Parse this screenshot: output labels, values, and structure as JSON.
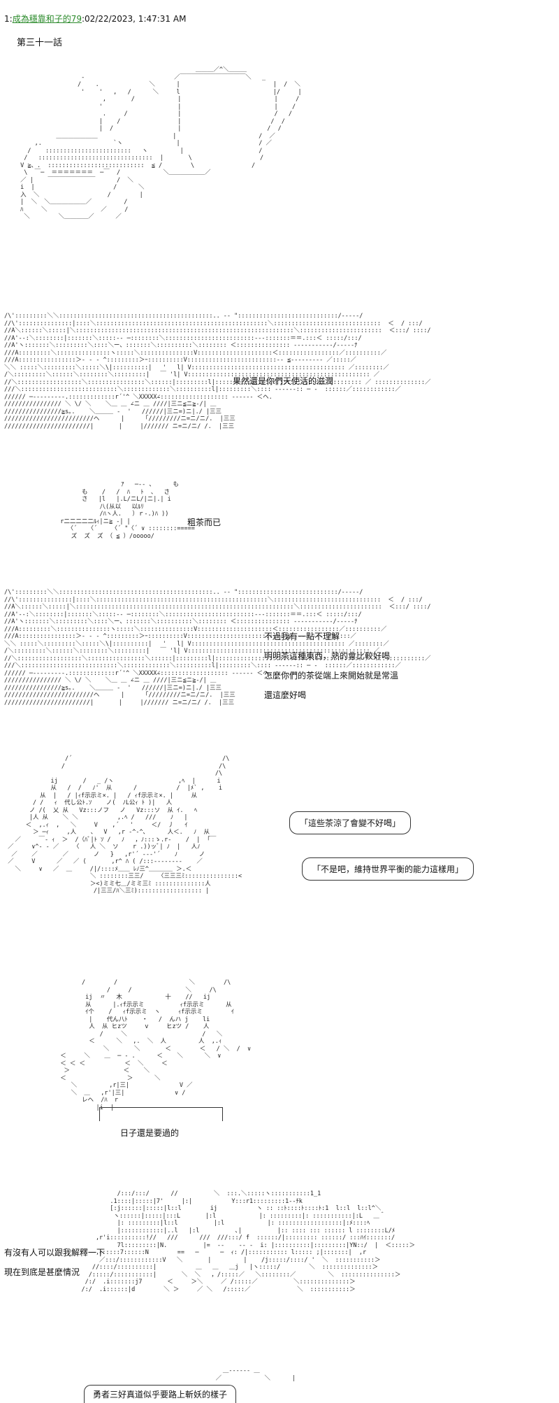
{
  "header": {
    "post_number": "1:",
    "poster_name": "成為穩靠和子的79",
    "timestamp": ":02/22/2023, 1:47:31 AM"
  },
  "chapter_title": "第三十一話",
  "dialogue": {
    "line1": "果然還是你們天使活的滋潤",
    "line2": "粗茶而已",
    "line3a": "不過我有一點不理解",
    "line3b": "明明茶這種東西，熱的會比較好喝",
    "line3c": "怎麼你們的茶從端上來開始就是常溫",
    "line3d": "還這麼好喝",
    "line4": "「這些茶涼了會變不好喝」",
    "line5": "「不是吧，維持世界平衡的能力這樣用」",
    "line6": "日子還是要過的",
    "line7a": "有沒有人可以跟我解釋一下",
    "line7b": "現在到底是甚麼情況",
    "line8": "勇者三好真道似乎要路上斬妖的樣子"
  }
}
